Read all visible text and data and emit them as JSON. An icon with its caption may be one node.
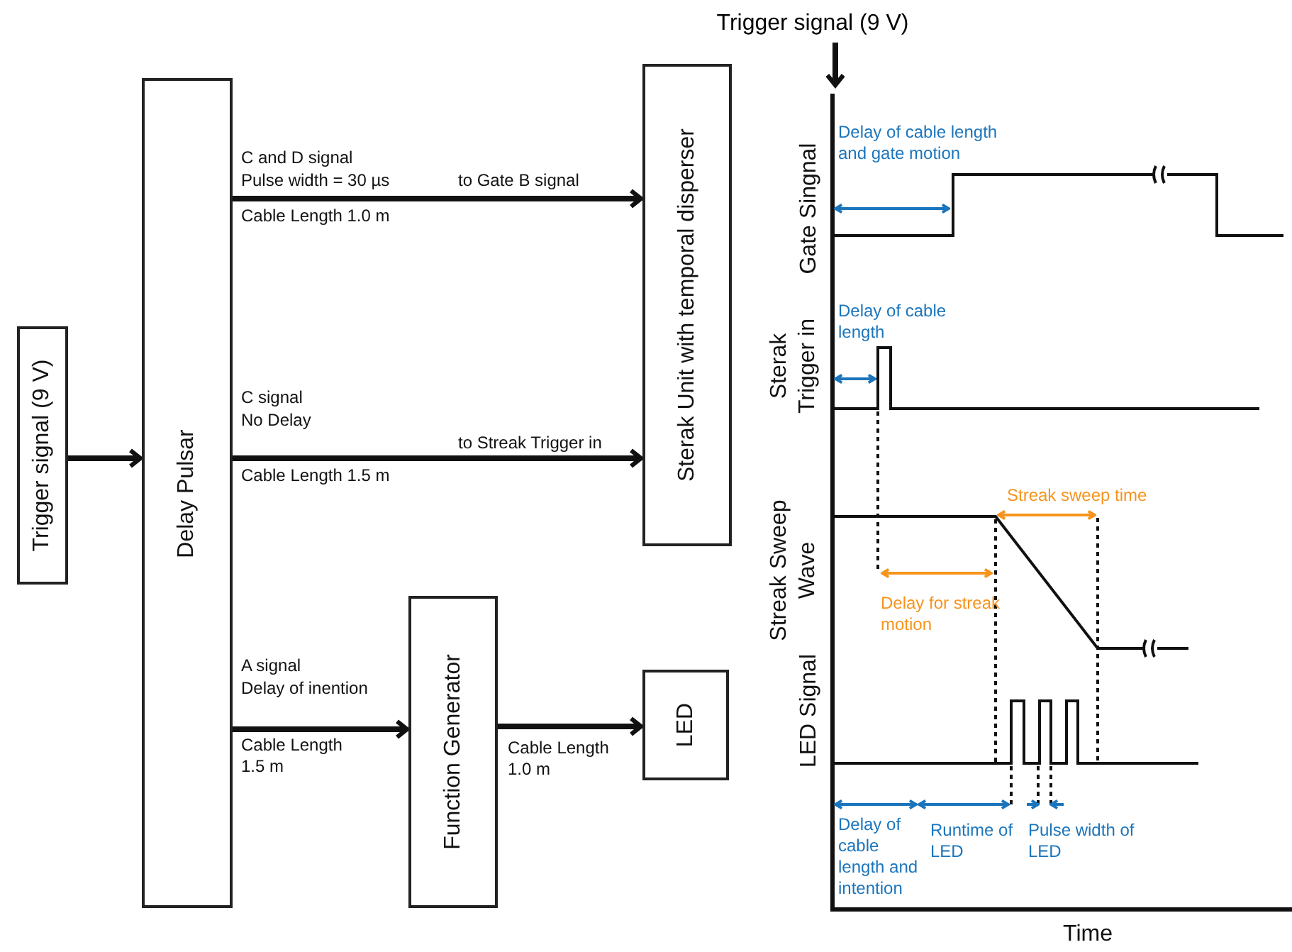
{
  "diagram": {
    "nodes": [
      {
        "text": [
          "Trigger signal (9 V)"
        ]
      },
      {
        "text": [
          "Delay Pulsar"
        ]
      },
      {
        "text": [
          "Sterak Unit with temporal disperser"
        ]
      },
      {
        "text": [
          "Function Generator"
        ]
      },
      {
        "text": [
          "LED"
        ]
      },
      {
        "text": [
          "Trigger signal (9 V)"
        ]
      }
    ],
    "edges": [
      {
        "from": 0,
        "to": 1,
        "arrow": "to"
      },
      {
        "from": 1,
        "to": 2,
        "arrow": "to"
      },
      {
        "from": 1,
        "to": 2,
        "arrow": "to"
      },
      {
        "from": 1,
        "to": 3,
        "arrow": "to"
      },
      {
        "from": 3,
        "to": 4,
        "arrow": "to"
      },
      {
        "from": 5,
        "to": null,
        "arrow": "to"
      }
    ],
    "labels": [
      "C and D signal",
      "Pulse width = 30 µs",
      "to Gate B signal",
      "Cable Length 1.0 m",
      "C signal",
      "No Delay",
      "to Streak Trigger in",
      "Cable Length 1.5 m",
      "A signal",
      "Delay of inention",
      "Cable Length 1.5 m",
      "Cable Length 1.0 m",
      "Gate Singnal",
      "Delay of cable length and gate motion",
      "Sterak Trigger in",
      "Delay of cable length",
      "Streak Sweep Wave",
      "Streak sweep time",
      "Delay for streak motion",
      "LED Signal",
      "Delay of cable length and intention",
      "Runtime of LED",
      "Pulse width of LED",
      "Time"
    ]
  }
}
